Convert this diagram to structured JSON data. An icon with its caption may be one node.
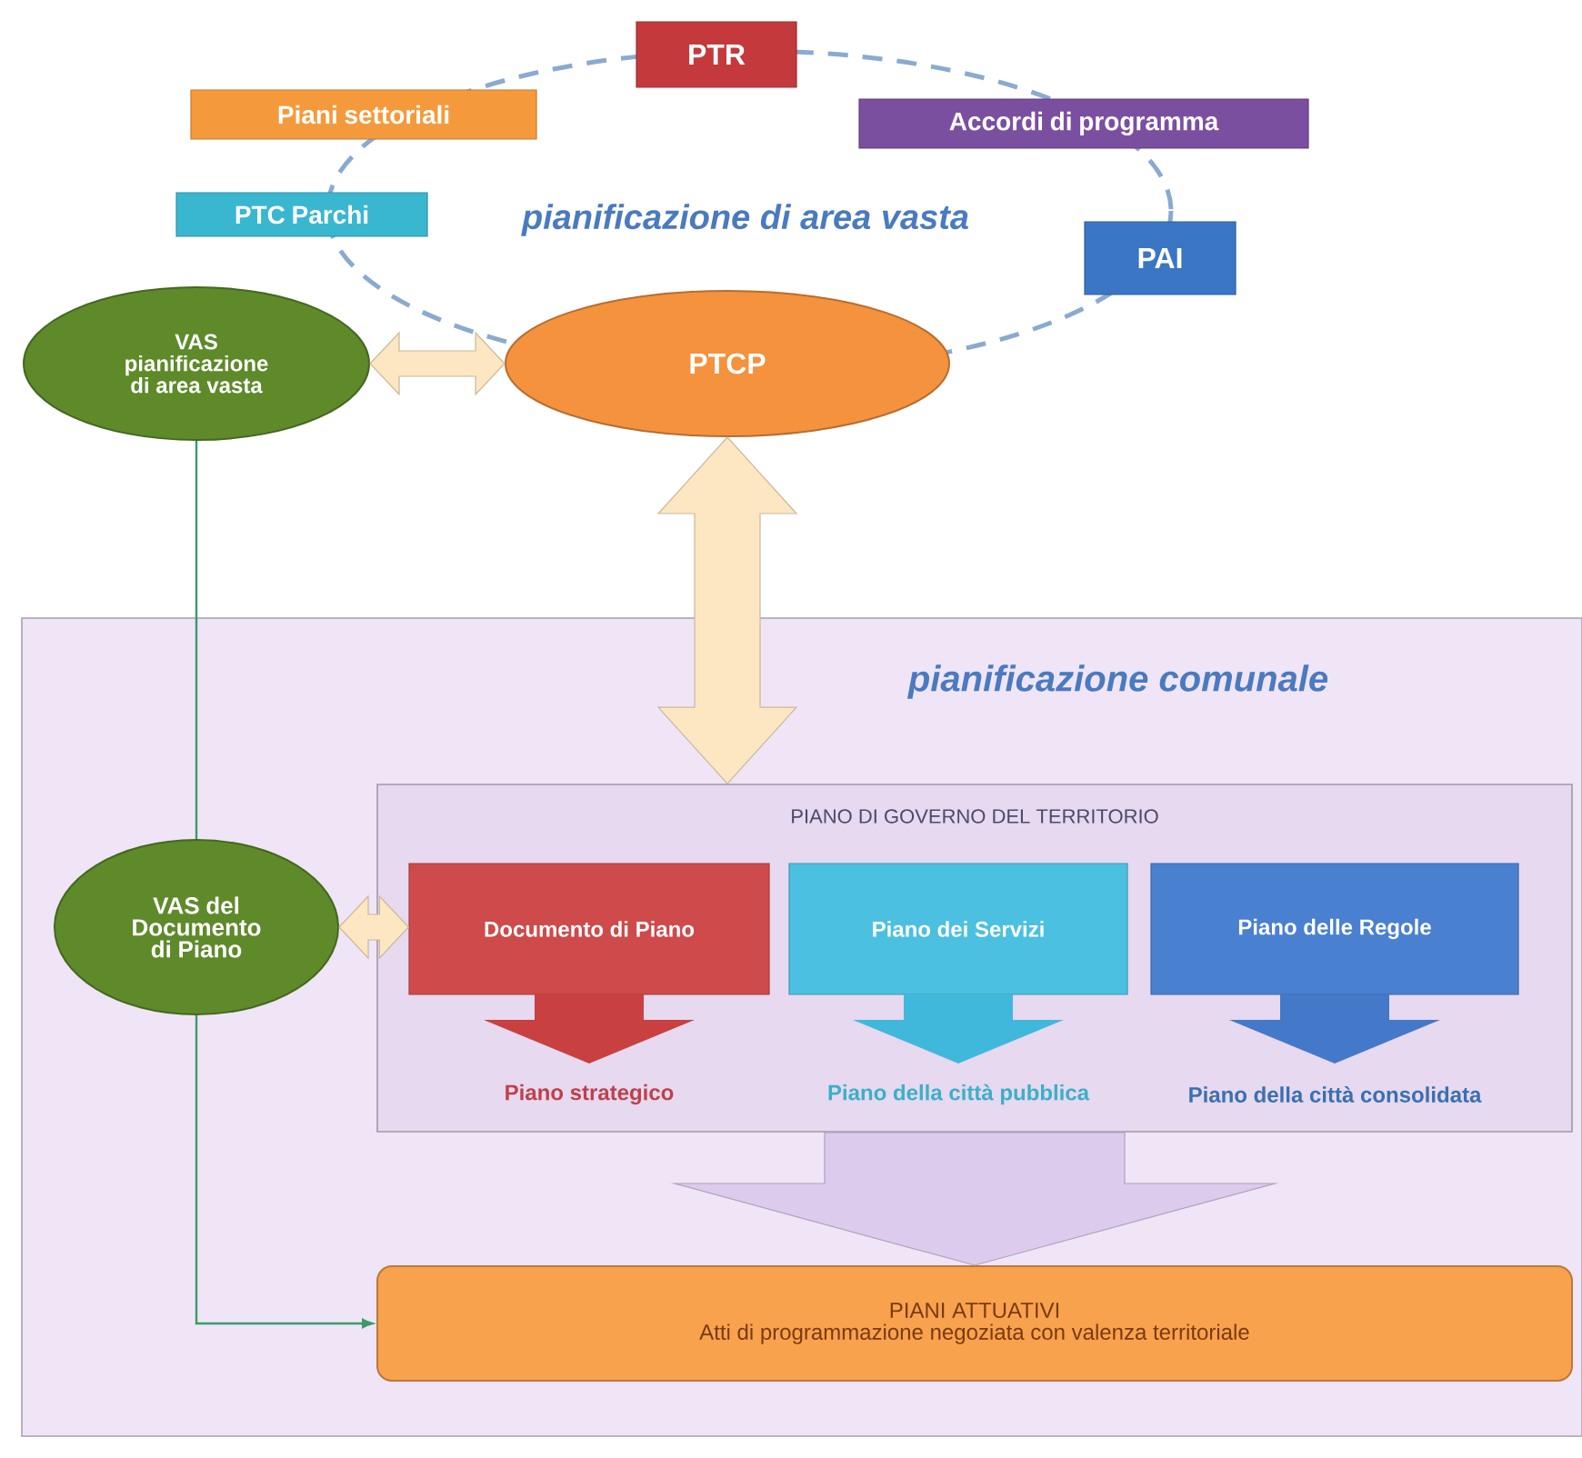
{
  "diagram": {
    "nodes": [
      {
        "text": [
          "PTR"
        ]
      },
      {
        "text": [
          "Piani settoriali"
        ]
      },
      {
        "text": [
          "Accordi di programma"
        ]
      },
      {
        "text": [
          "PTC Parchi"
        ]
      },
      {
        "text": [
          "PAI"
        ]
      },
      {
        "text": [
          "VAS pianificazione di area vasta"
        ]
      },
      {
        "text": [
          "PTCP"
        ]
      },
      {
        "text": [
          "pianificazione comunale"
        ]
      },
      {
        "text": [
          "PIANO DI GOVERNO DEL TERRITORIO"
        ],
        "in": 7
      },
      {
        "text": [
          "Documento di Piano"
        ],
        "in": 8,
        "beside": [
          "Piano strategico"
        ]
      },
      {
        "text": [
          "Piano dei Servizi"
        ],
        "in": 8,
        "beside": [
          "Piano della città pubblica"
        ]
      },
      {
        "text": [
          "Piano delle Regole"
        ],
        "in": 8,
        "beside": [
          "Piano della città consolidata"
        ]
      },
      {
        "text": [
          "VAS del Documento di Piano"
        ],
        "in": 7
      },
      {
        "text": [
          "PIANI ATTUATIVI",
          "Atti di programmazione negoziata con valenza territoriale"
        ],
        "in": 7
      }
    ],
    "edges": [
      {
        "from": 5,
        "to": 6,
        "arrow": "both",
        "style": "thick"
      },
      {
        "from": 6,
        "to": 8,
        "arrow": "both",
        "style": "thick"
      },
      {
        "from": 12,
        "to": 9,
        "arrow": "both",
        "style": "thick"
      },
      {
        "from": 8,
        "to": 13,
        "arrow": "to",
        "style": "thick"
      },
      {
        "from": 5,
        "to": 12,
        "arrow": "none",
        "color": "#3a9a6a"
      },
      {
        "from": 12,
        "to": 13,
        "arrow": "to",
        "color": "#3a9a6a"
      }
    ],
    "labels": [
      "pianificazione di area vasta"
    ]
  }
}
